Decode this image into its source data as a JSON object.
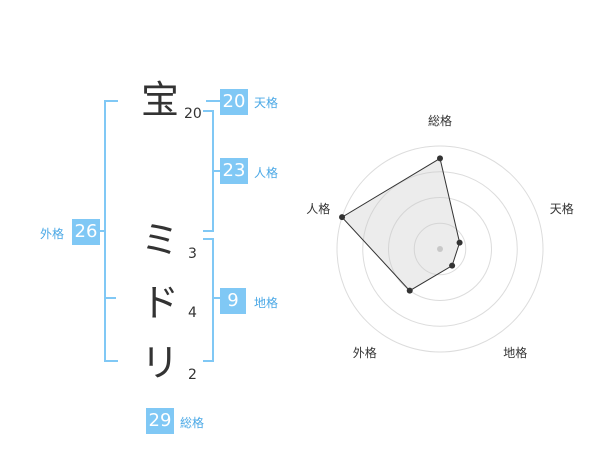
{
  "name_chars": [
    {
      "char": "宝",
      "strokes": "20"
    },
    {
      "char": "ミ",
      "strokes": "3"
    },
    {
      "char": "ド",
      "strokes": "4"
    },
    {
      "char": "リ",
      "strokes": "2"
    }
  ],
  "kakusu": {
    "tenkaku": {
      "value": "20",
      "label": "天格"
    },
    "jinkaku": {
      "value": "23",
      "label": "人格"
    },
    "chikaku": {
      "value": "9",
      "label": "地格"
    },
    "gaikaku": {
      "value": "26",
      "label": "外格"
    },
    "soukaku": {
      "value": "29",
      "label": "総格"
    }
  },
  "colors": {
    "accent": "#80c8f5",
    "text": "#333333"
  },
  "chart_data": {
    "type": "radar",
    "axes": [
      "総格",
      "天格",
      "地格",
      "外格",
      "人格"
    ],
    "values": [
      0.88,
      0.2,
      0.2,
      0.5,
      1.0
    ],
    "rings": 4,
    "max": 1
  }
}
